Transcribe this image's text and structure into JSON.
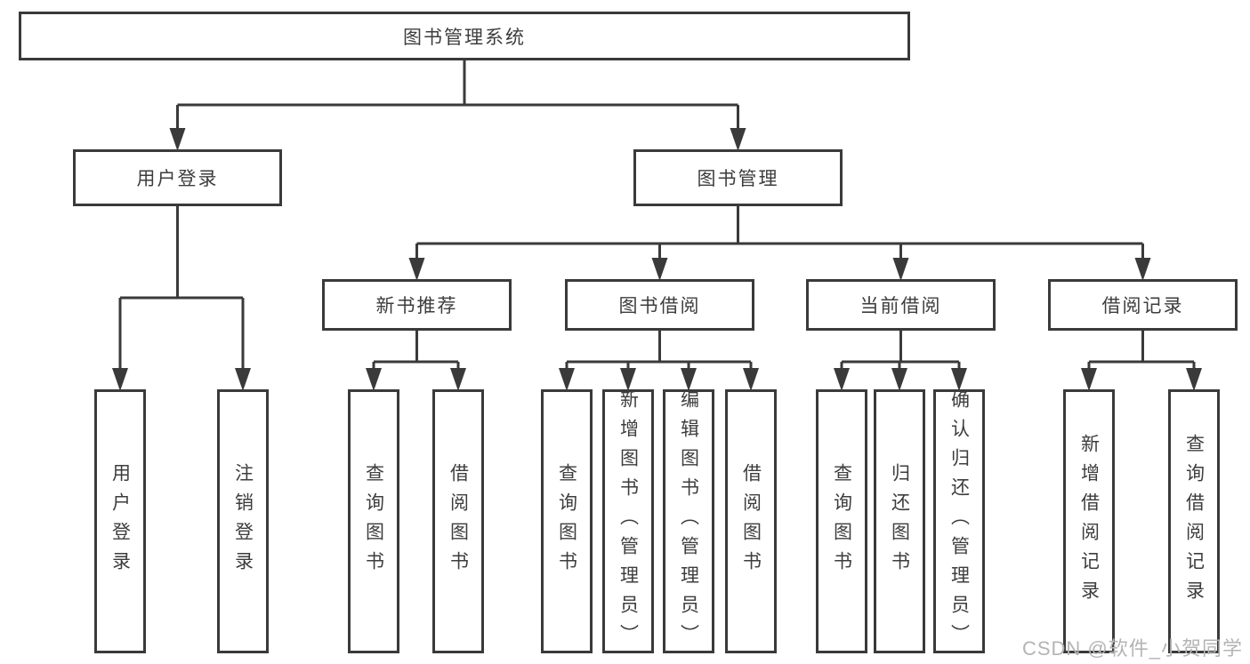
{
  "diagram_type": "hierarchy-tree",
  "nodes": {
    "root": "图书管理系统",
    "l2_user_login": "用户登录",
    "l2_book_mgmt": "图书管理",
    "l3_new_book_rec": "新书推荐",
    "l3_book_borrow": "图书借阅",
    "l3_current_borrow": "当前借阅",
    "l3_borrow_record": "借阅记录",
    "leaf_user_login": "用户登录",
    "leaf_logout": "注销登录",
    "leaf_query_book_a": "查询图书",
    "leaf_borrow_book_a": "借阅图书",
    "leaf_query_book_b": "查询图书",
    "leaf_add_book_admin": "新增图书（管理员）",
    "leaf_edit_book_admin": "编辑图书（管理员）",
    "leaf_borrow_book_b": "借阅图书",
    "leaf_query_book_c": "查询图书",
    "leaf_return_book": "归还图书",
    "leaf_confirm_return_admin": "确认归还（管理员）",
    "leaf_add_borrow_record": "新增借阅记录",
    "leaf_query_borrow_record": "查询借阅记录"
  },
  "hierarchy": {
    "图书管理系统": {
      "用户登录": [
        "用户登录",
        "注销登录"
      ],
      "图书管理": {
        "新书推荐": [
          "查询图书",
          "借阅图书"
        ],
        "图书借阅": [
          "查询图书",
          "新增图书（管理员）",
          "编辑图书（管理员）",
          "借阅图书"
        ],
        "当前借阅": [
          "查询图书",
          "归还图书",
          "确认归还（管理员）"
        ],
        "借阅记录": [
          "新增借阅记录",
          "查询借阅记录"
        ]
      }
    }
  },
  "watermark": "CSDN @软件_小贺同学",
  "colors": {
    "line": "#3a3a3a",
    "text": "#3d3d3d",
    "box_background": "#ffffff",
    "page_background": "#ffffff",
    "watermark": "#b4b4b4"
  }
}
